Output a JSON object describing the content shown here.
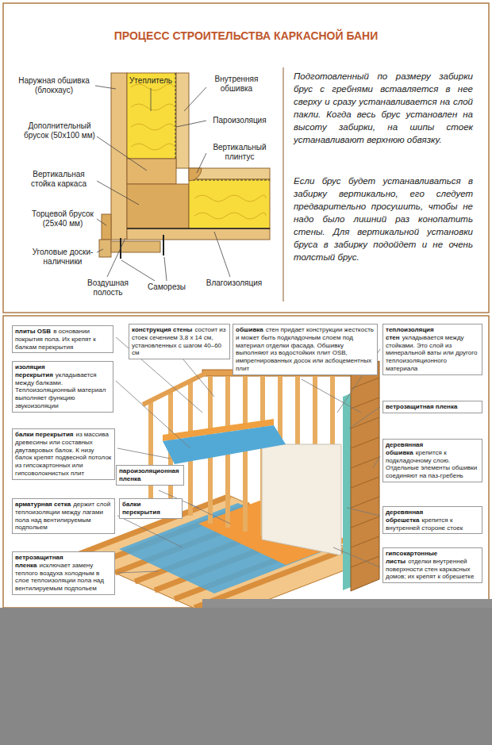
{
  "diagram": {
    "title": "ПРОЦЕСС СТРОИТЕЛЬСТВА КАРКАСНОЙ БАНИ",
    "nodes": [
      {
        "text": [
          "плиты OSB",
          "в основании покрытия пола. Их крепят к балкам перекрытия"
        ]
      },
      {
        "text": [
          "изоляция перекрытия",
          "укладывается между балками. Теплоизоляционный материал выполняет функцию звукоизоляции"
        ]
      },
      {
        "text": [
          "балки перекрытия",
          "из массива древесины или составных двутавровых балок. К низу балок крепят подвесной потолок из гипсокартонных или гипсоволокнистых плит"
        ]
      },
      {
        "text": [
          "арматурная сетка",
          "держит слой теплоизоляции между лагами пола над вентилируемым подпольем"
        ]
      },
      {
        "text": [
          "ветрозащитная пленка",
          "исключает замену теплого воздуха холодным в слое теплоизоляции пола над вентилируемым подпольем"
        ]
      },
      {
        "text": [
          "конструкция стены",
          "состоит из стоек сечением 3,8 х 14 см, установленных с шагом 40–60 см"
        ]
      },
      {
        "text": [
          "обшивка",
          "стен придает конструкции жесткость и может быть подкладочным слоем под материал отделки фасада. Обшивку выполняют из водостойких плит OSB, импрегнированных досок или асбоцементных плит"
        ]
      },
      {
        "text": [
          "теплоизоляция стен",
          "укладывается между стойками. Это слой из минеральной ваты или другого теплоизоляционного материала"
        ]
      },
      {
        "text": [
          "ветрозащитная пленка"
        ]
      },
      {
        "text": [
          "деревянная обшивка",
          "крепится к подкладочному слою. Отдельные элементы обшивки соединяют на паз-гребень"
        ]
      },
      {
        "text": [
          "деревянная обрешетка",
          "крепится к внутренней стороне стоек"
        ]
      },
      {
        "text": [
          "гипсокартонные листы",
          "отделки внутренней поверхности стен каркасных домов; их крепят к обрешетке"
        ]
      },
      {
        "text": [
          "пароизоляционная пленка"
        ]
      },
      {
        "text": [
          "балки перекрытия"
        ]
      }
    ],
    "labels": [
      "Наружная обшивка (блокхаус)",
      "Утеплитель",
      "Внутренняя обшивка",
      "Дополнительный брусок (50х100 мм)",
      "Пароизоляция",
      "Вертикальный плинтус",
      "Вертикальная стойка каркаса",
      "Торцевой брусок (25х40 мм)",
      "Уголовые доски-наличники",
      "Воздушная полость",
      "Саморезы",
      "Влагоизоляция",
      "Подготовленный по размеру забирки брус с гребнями вставляется в нее сверху и сразу устанавливается на слой пакли. Когда весь брус установлен на высоту забирки, на шипы стоек устанавливают верхнюю обвязку.",
      "Если брус будет устанавливаться в забирку вертикально, его следует предварительно просушить, чтобы не надо было лишний раз конопатить стены. Для вертикальной установки бруса в забирку подойдет и не очень толстый брус."
    ]
  }
}
